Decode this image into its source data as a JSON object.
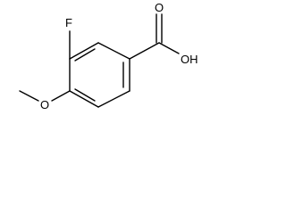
{
  "molecule": {
    "atoms": {
      "fluorine": "F",
      "methoxy_oxygen": "O",
      "carbonyl_oxygen": "O",
      "hydroxyl": "OH"
    }
  },
  "colors": {
    "bond": "#000000",
    "text": "#000000",
    "background": "#ffffff"
  }
}
